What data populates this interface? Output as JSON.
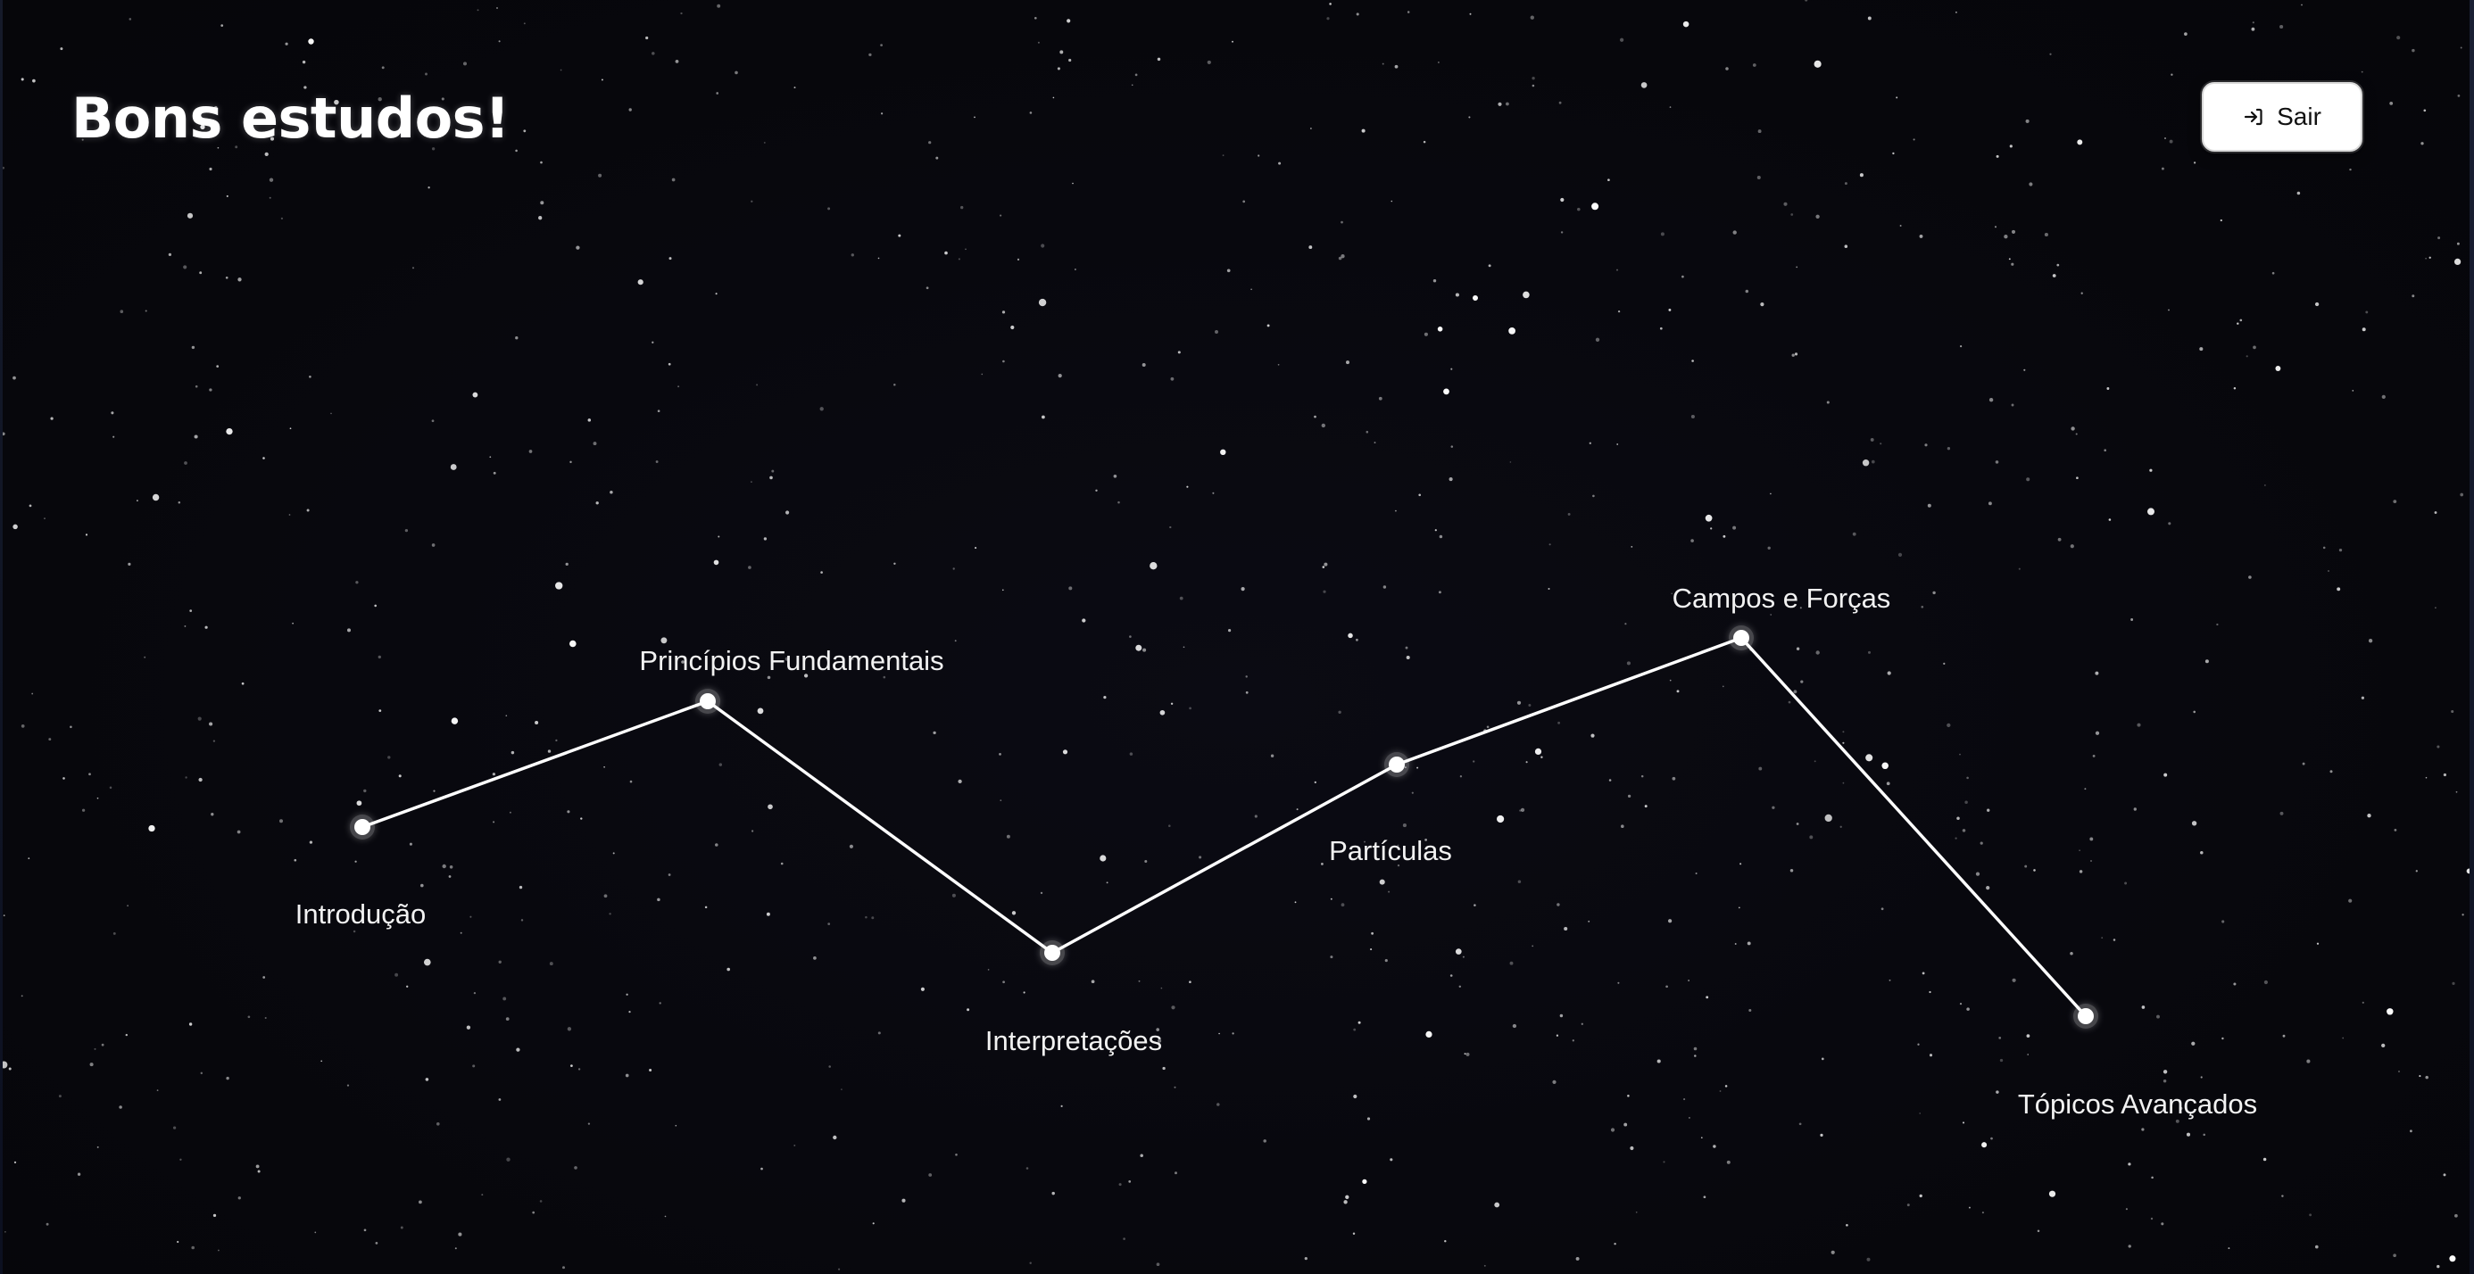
{
  "header": {
    "title": "Bons estudos!",
    "logout_label": "Sair",
    "logout_icon": "log-in-arrow-icon"
  },
  "colors": {
    "background": "#07070d",
    "star": "#ffffff",
    "line": "#ffffff",
    "button_bg": "#ffffff",
    "button_text": "#111111"
  },
  "topics": [
    {
      "id": "introducao",
      "label": "Introdução"
    },
    {
      "id": "principios-fundamentais",
      "label": "Princípios Fundamentais"
    },
    {
      "id": "interpretacoes",
      "label": "Interpretações"
    },
    {
      "id": "particulas",
      "label": "Partículas"
    },
    {
      "id": "campos-e-forcas",
      "label": "Campos e Forças"
    },
    {
      "id": "topicos-avancados",
      "label": "Tópicos Avançados"
    }
  ]
}
